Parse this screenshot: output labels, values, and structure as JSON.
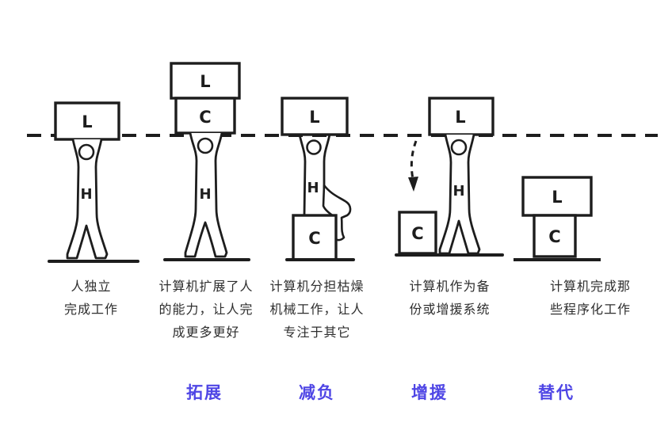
{
  "colors": {
    "background": "#ffffff",
    "ink": "#1d1d1d",
    "caption": "#2e2e2e",
    "label": "#4f46e5"
  },
  "figures": [
    {
      "name": "human-alone",
      "top_box": "L",
      "person_letter": "H",
      "caption": [
        "人独立",
        "完成工作"
      ],
      "label": ""
    },
    {
      "name": "extend",
      "top_box": "L",
      "mid_box": "C",
      "person_letter": "H",
      "caption": [
        "计算机扩展了人",
        "的能力，让人完",
        "成更多更好"
      ],
      "label": "拓展"
    },
    {
      "name": "offload",
      "top_box": "L",
      "seat_box": "C",
      "person_letter": "H",
      "caption": [
        "计算机分担枯燥",
        "机械工作，让人",
        "专注于其它"
      ],
      "label": "减负"
    },
    {
      "name": "backup",
      "top_box": "L",
      "side_box": "C",
      "person_letter": "H",
      "caption": [
        "计算机作为备",
        "份或增援系统"
      ],
      "label": "增援"
    },
    {
      "name": "replace",
      "top_box": "L",
      "bottom_box": "C",
      "caption": [
        "计算机完成那",
        "些程序化工作"
      ],
      "label": "替代"
    }
  ]
}
